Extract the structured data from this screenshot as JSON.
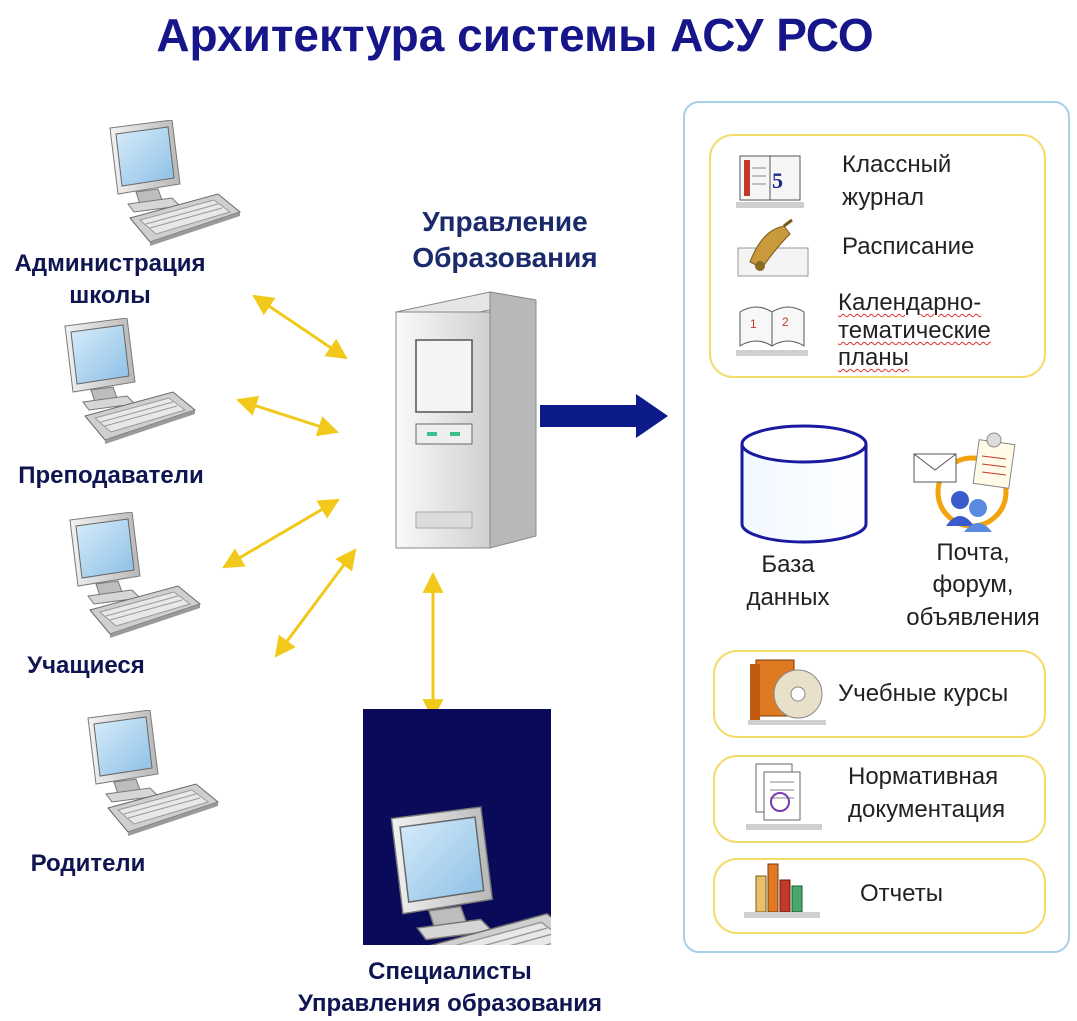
{
  "title": "Архитектура системы АСУ РСО",
  "clients": [
    {
      "label": "Администрация школы"
    },
    {
      "label": "Преподаватели"
    },
    {
      "label": "Учащиеся"
    },
    {
      "label": "Родители"
    }
  ],
  "server": {
    "label_line1": "Управление",
    "label_line2": "Образования"
  },
  "specialists": {
    "label_line1": "Специалисты",
    "label_line2": "Управления образования"
  },
  "modules": {
    "journal_line1": "Классный",
    "journal_line2": "журнал",
    "schedule": "Расписание",
    "plans_line1": "Календарно-",
    "plans_line2": "тематические",
    "plans_line3": "планы",
    "db_line1": "База",
    "db_line2": "данных",
    "mail_line1": "Почта,",
    "mail_line2": "форум,",
    "mail_line3": "объявления",
    "courses": "Учебные курсы",
    "docs_line1": "Нормативная",
    "docs_line2": "документация",
    "reports": "Отчеты"
  },
  "colors": {
    "title": "#16168a",
    "arrow_yellow": "#f2c81a",
    "arrow_navy": "#0c1a8a",
    "panel_border": "#a7d0ea",
    "box_border": "#f3dc6c",
    "dark_panel": "#0a0a5a"
  }
}
